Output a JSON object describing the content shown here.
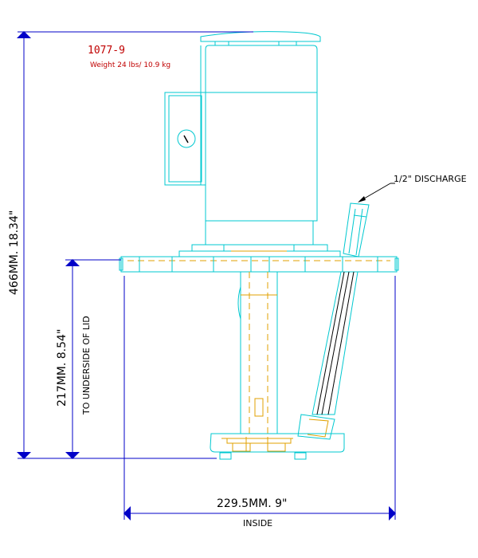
{
  "part": {
    "model": "1077-9",
    "weight": "Weight 24 lbs/ 10.9 kg"
  },
  "dimensions": {
    "overall_height": "466MM. 18.34\"",
    "lid_height": "217MM. 8.54\"",
    "lid_note": "TO UNDERSIDE OF LID",
    "inside_width": "229.5MM. 9\"",
    "inside_label": "INSIDE"
  },
  "callouts": {
    "discharge": "1/2\" DISCHARGE"
  },
  "colors": {
    "outline": "#00c8d0",
    "hidden": "#e0a000",
    "dimension": "#0000c8",
    "title": "#c00000"
  }
}
